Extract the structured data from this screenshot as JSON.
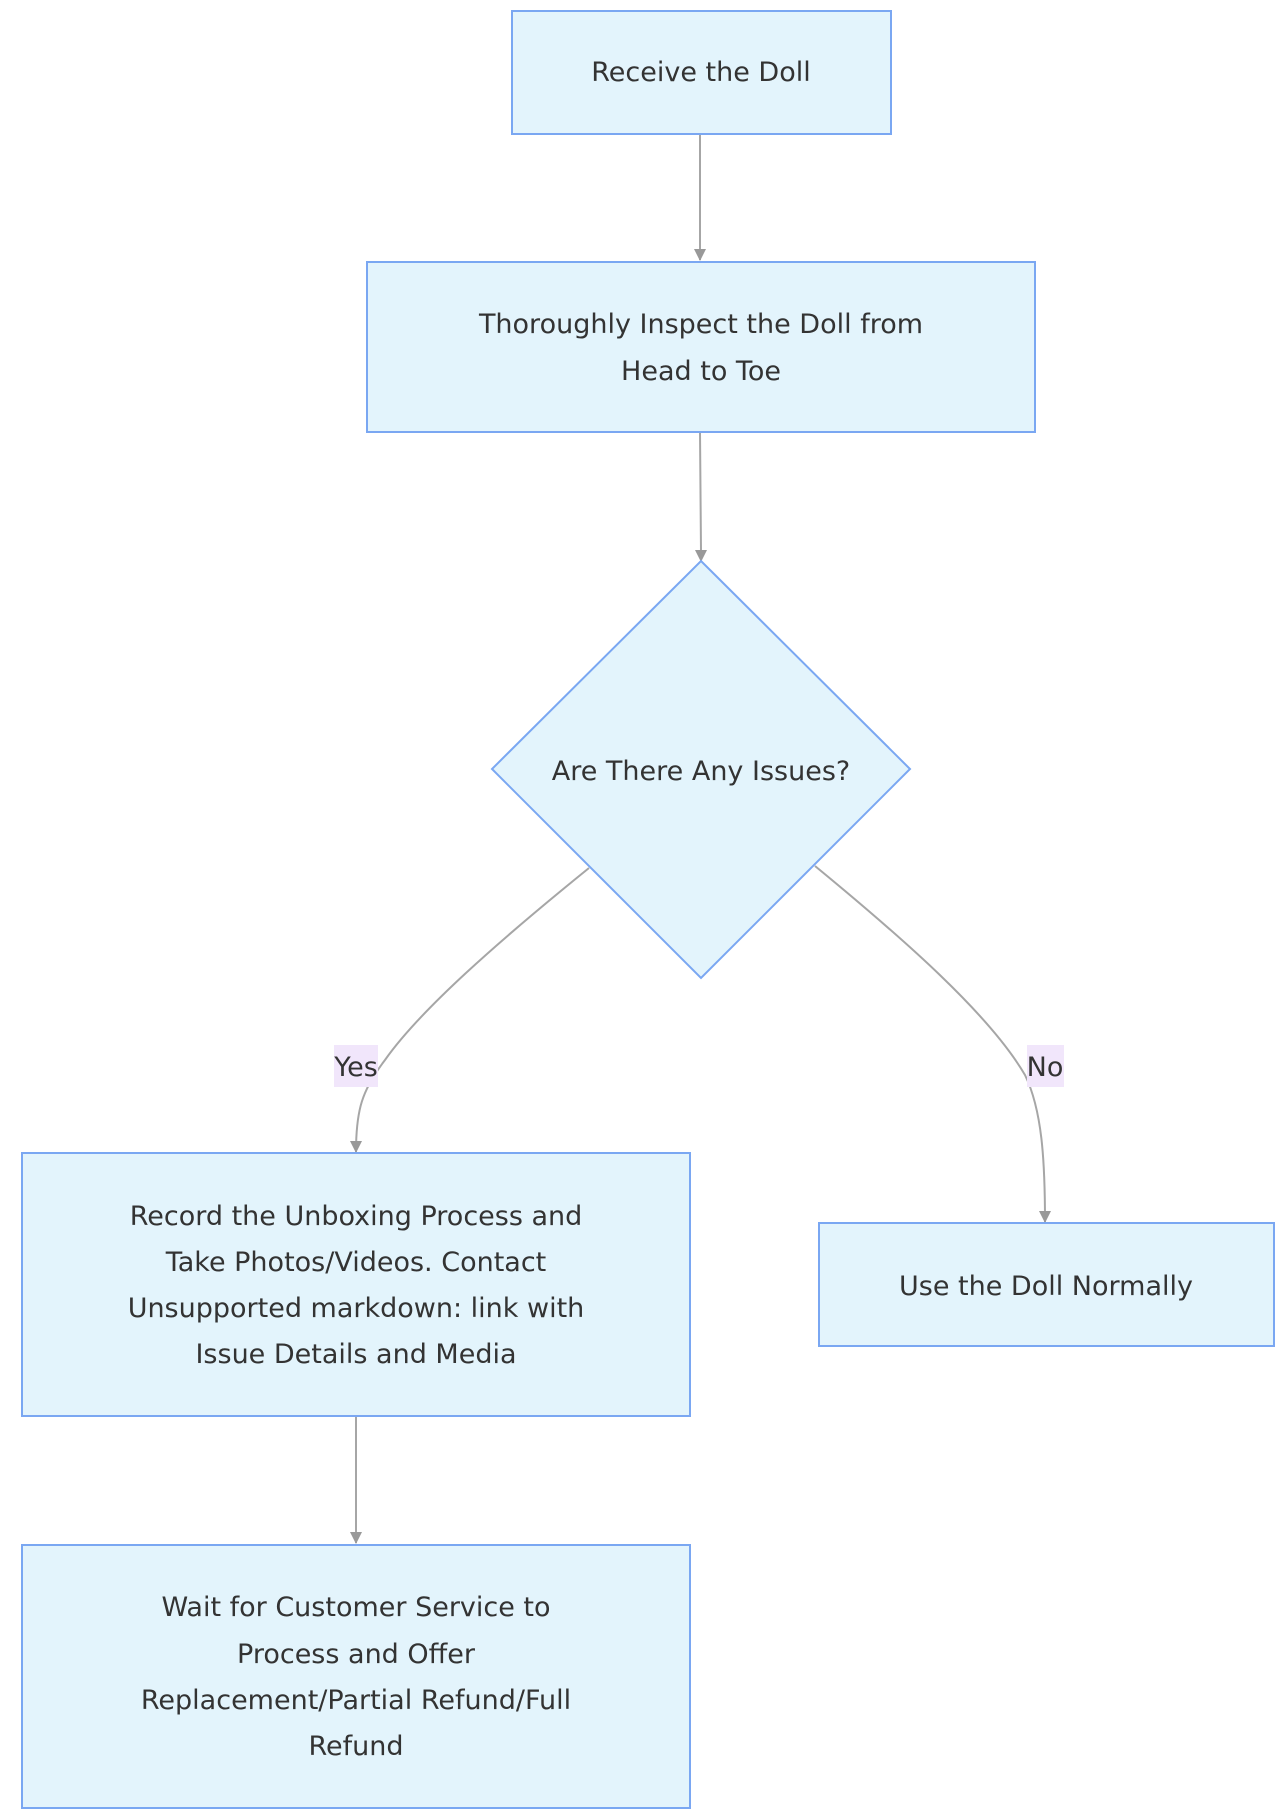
{
  "diagram": {
    "colors": {
      "node_fill": "#e3f4fc",
      "node_stroke": "#7aa7f2",
      "edge": "#a6a6a6",
      "edge_label_bg": "#f1e6fb",
      "text": "#333333"
    },
    "nodes": {
      "receive": {
        "shape": "rect",
        "lines": [
          "Receive the Doll"
        ]
      },
      "inspect": {
        "shape": "rect",
        "lines": [
          "Thoroughly Inspect the Doll from",
          "Head to Toe"
        ]
      },
      "decision": {
        "shape": "diamond",
        "lines": [
          "Are There Any Issues?"
        ]
      },
      "record": {
        "shape": "rect",
        "lines": [
          "Record the Unboxing Process and",
          "Take Photos/Videos. Contact",
          "Unsupported markdown: link with",
          "Issue Details and Media"
        ]
      },
      "normal": {
        "shape": "rect",
        "lines": [
          "Use the Doll Normally"
        ]
      },
      "wait": {
        "shape": "rect",
        "lines": [
          "Wait for Customer Service to",
          "Process and Offer",
          "Replacement/Partial Refund/Full",
          "Refund"
        ]
      }
    },
    "edges": [
      {
        "from": "receive",
        "to": "inspect",
        "label": ""
      },
      {
        "from": "inspect",
        "to": "decision",
        "label": ""
      },
      {
        "from": "decision",
        "to": "record",
        "label": "Yes"
      },
      {
        "from": "decision",
        "to": "normal",
        "label": "No"
      },
      {
        "from": "record",
        "to": "wait",
        "label": ""
      }
    ]
  }
}
